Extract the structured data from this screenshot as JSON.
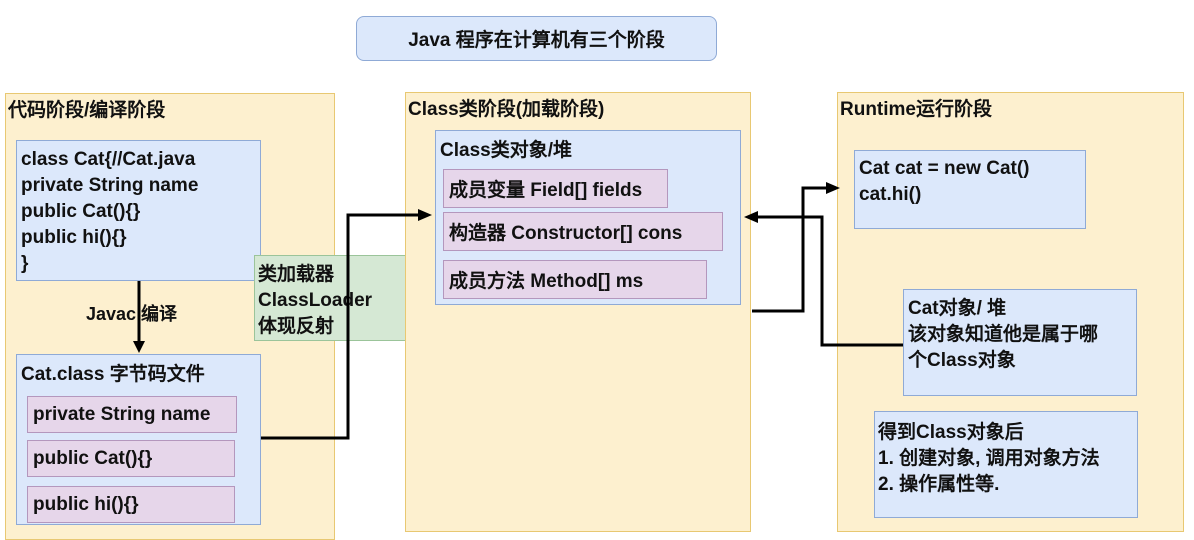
{
  "title": "Java 程序在计算机有三个阶段",
  "stage1": {
    "label": "代码阶段/编译阶段",
    "source_lines": [
      "class Cat{//Cat.java",
      "private String name",
      "public Cat(){}",
      "public hi(){}",
      "}"
    ],
    "compile_label": "Javac 编译",
    "bytecode_label": "Cat.class 字节码文件",
    "bytecode_items": [
      "private String name",
      "public Cat(){}",
      "public hi(){}"
    ]
  },
  "classloader": {
    "lines": [
      "类加载器",
      "ClassLoader",
      "体现反射"
    ]
  },
  "stage2": {
    "label": "Class类阶段(加载阶段)",
    "heap_label": "Class类对象/堆",
    "items": [
      "成员变量 Field[] fields",
      "构造器 Constructor[] cons",
      "成员方法 Method[] ms"
    ]
  },
  "stage3": {
    "label": "Runtime运行阶段",
    "code_lines": [
      "Cat cat = new Cat()",
      "cat.hi()"
    ],
    "object_lines": [
      "Cat对象/ 堆",
      "该对象知道他是属于哪",
      "个Class对象"
    ],
    "after_lines": [
      "得到Class对象后",
      "1. 创建对象, 调用对象方法",
      "2. 操作属性等."
    ]
  },
  "colors": {
    "stage_bg": "#fdf0cf",
    "box_bg": "#dce8fb",
    "item_bg": "#e6d6ea",
    "loader_bg": "#d5e8d4"
  }
}
